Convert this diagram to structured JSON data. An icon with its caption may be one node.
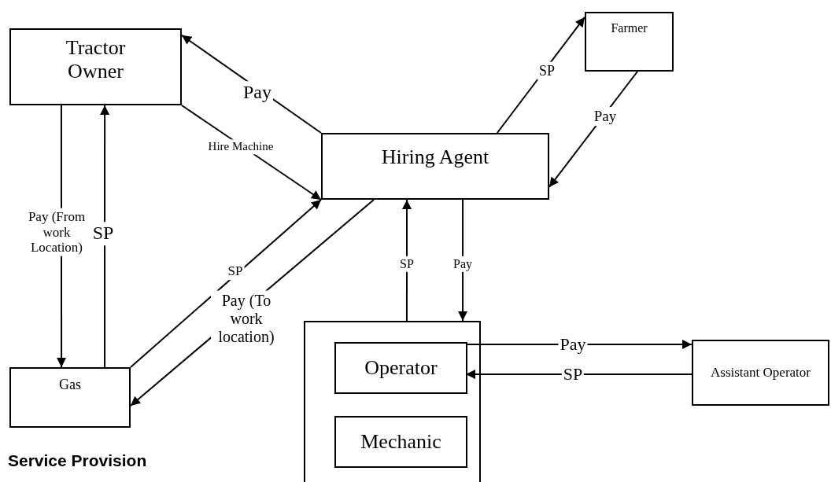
{
  "diagram": {
    "caption": "Service Provision",
    "nodes": [
      {
        "text": [
          "Tractor Owner"
        ]
      },
      {
        "text": [
          "Farmer"
        ]
      },
      {
        "text": [
          "Hiring Agent"
        ]
      },
      {
        "text": [],
        "shape": "box"
      },
      {
        "text": [
          "Operator"
        ],
        "in": 3
      },
      {
        "text": [
          "Mechanic"
        ],
        "in": 3
      },
      {
        "text": [
          "Gas"
        ]
      },
      {
        "text": [
          "Assistant Operator"
        ]
      }
    ],
    "edges": [
      {
        "from": 2,
        "to": 0,
        "arrow": "to",
        "label": "Pay"
      },
      {
        "from": 0,
        "to": 2,
        "arrow": "to",
        "label": "Hire Machine"
      },
      {
        "from": 2,
        "to": 1,
        "arrow": "to",
        "label": "SP"
      },
      {
        "from": 1,
        "to": 2,
        "arrow": "to",
        "label": "Pay"
      },
      {
        "from": 0,
        "to": 6,
        "arrow": "to",
        "label": "Pay (From work Location)"
      },
      {
        "from": 6,
        "to": 0,
        "arrow": "to",
        "label": "SP"
      },
      {
        "from": 6,
        "to": 2,
        "arrow": "to",
        "label": "SP"
      },
      {
        "from": 2,
        "to": 6,
        "arrow": "to",
        "label": "Pay (To work location)"
      },
      {
        "from": 3,
        "to": 2,
        "arrow": "to",
        "label": "SP"
      },
      {
        "from": 2,
        "to": 3,
        "arrow": "to",
        "label": "Pay"
      },
      {
        "from": 4,
        "to": 7,
        "arrow": "to",
        "label": "Pay"
      },
      {
        "from": 7,
        "to": 4,
        "arrow": "to",
        "label": "SP"
      }
    ]
  }
}
